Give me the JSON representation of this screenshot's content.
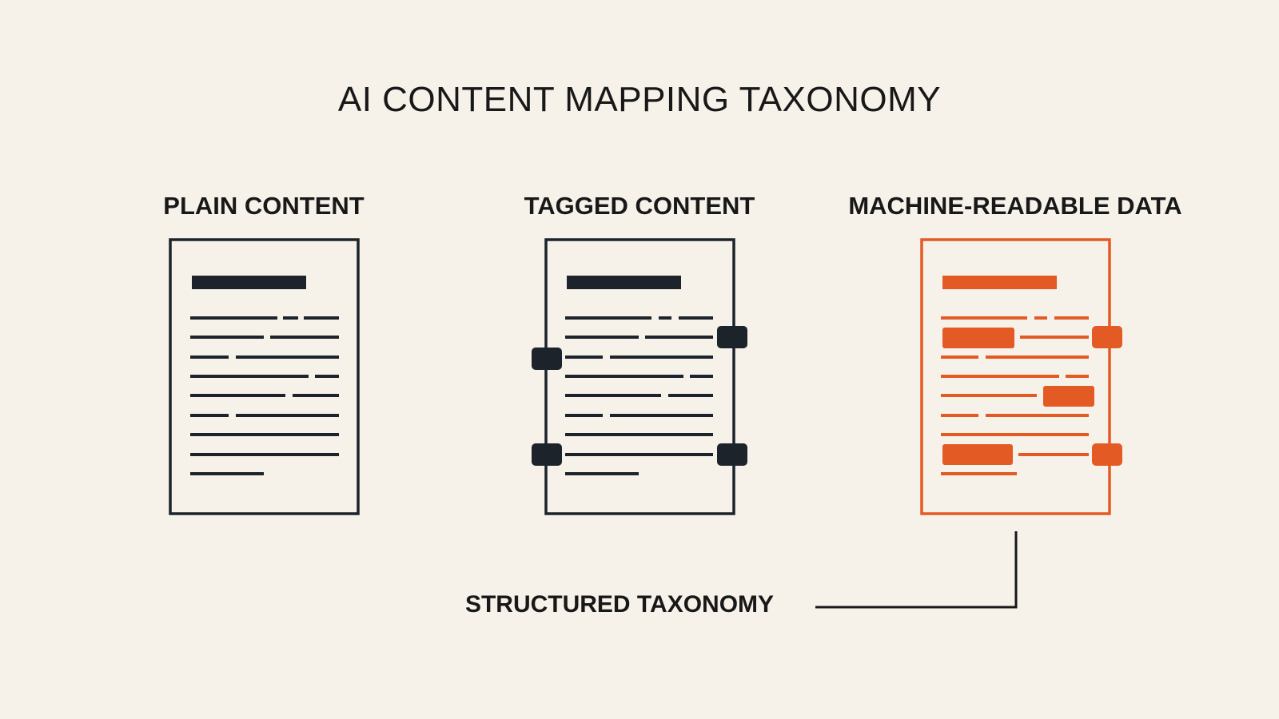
{
  "title": "AI CONTENT MAPPING TAXONOMY",
  "panels": [
    {
      "label": "PLAIN CONTENT",
      "style": "plain",
      "color": "#1c232b"
    },
    {
      "label": "TAGGED CONTENT",
      "style": "tagged",
      "color": "#1c232b"
    },
    {
      "label": "MACHINE-READABLE DATA",
      "style": "machine",
      "color": "#e35a24"
    }
  ],
  "footer": {
    "label": "STRUCTURED TAXONOMY"
  },
  "colors": {
    "background": "#f6f2ea",
    "ink": "#1c232b",
    "accent": "#e35a24"
  }
}
